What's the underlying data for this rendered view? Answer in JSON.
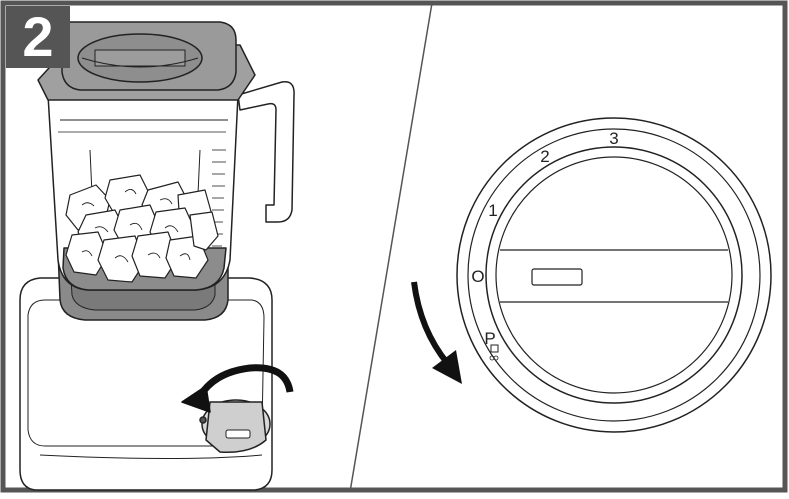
{
  "step": {
    "number": "2"
  },
  "dial": {
    "labels": {
      "three": "3",
      "two": "2",
      "one": "1",
      "off": "O",
      "pulse": "P"
    },
    "rotation_direction": "counterclockwise"
  },
  "colors": {
    "frame": "#555555",
    "badge_bg": "#555555",
    "badge_text": "#ffffff",
    "line": "#222222",
    "lid_gray": "#9a9a9a",
    "container_dark": "#7d7d7d",
    "arrow": "#111111"
  }
}
